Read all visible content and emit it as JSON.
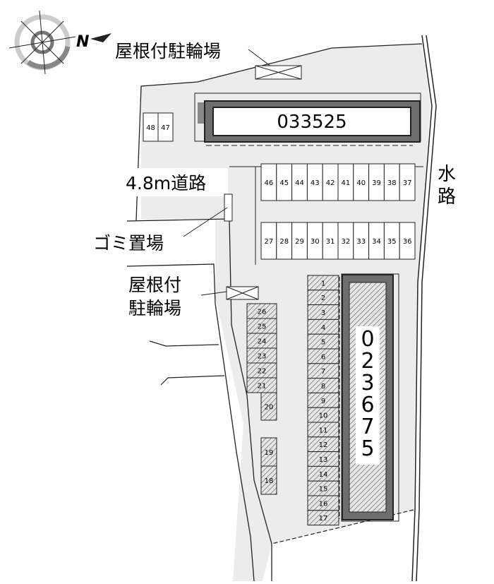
{
  "labels": {
    "bike_parking_top": "屋根付駐輪場",
    "bike_parking_mid_line1": "屋根付",
    "bike_parking_mid_line2": "駐輪場",
    "road": "4.8m道路",
    "garbage": "ゴミ置場",
    "waterway_line1": "水",
    "waterway_line2": "路",
    "north": "N"
  },
  "buildings": {
    "top": "033525",
    "right": "023675"
  },
  "stalls": {
    "top_row": [
      "46",
      "45",
      "44",
      "43",
      "42",
      "41",
      "40",
      "39",
      "38",
      "37"
    ],
    "bottom_row": [
      "27",
      "28",
      "29",
      "30",
      "31",
      "32",
      "33",
      "34",
      "35",
      "36"
    ],
    "left_column": [
      "1",
      "2",
      "3",
      "4",
      "5",
      "6",
      "7",
      "8",
      "9",
      "10",
      "11",
      "12",
      "13",
      "14",
      "15",
      "16",
      "17"
    ],
    "middle_column": [
      "26",
      "25",
      "24",
      "23",
      "22",
      "21"
    ],
    "single_20": [
      "20"
    ],
    "pair_19_18": [
      "19",
      "18"
    ],
    "corner": [
      "48",
      "47"
    ]
  },
  "colors": {
    "land": "#ececec",
    "building_border": "#6e6e6e",
    "line": "#222222"
  }
}
